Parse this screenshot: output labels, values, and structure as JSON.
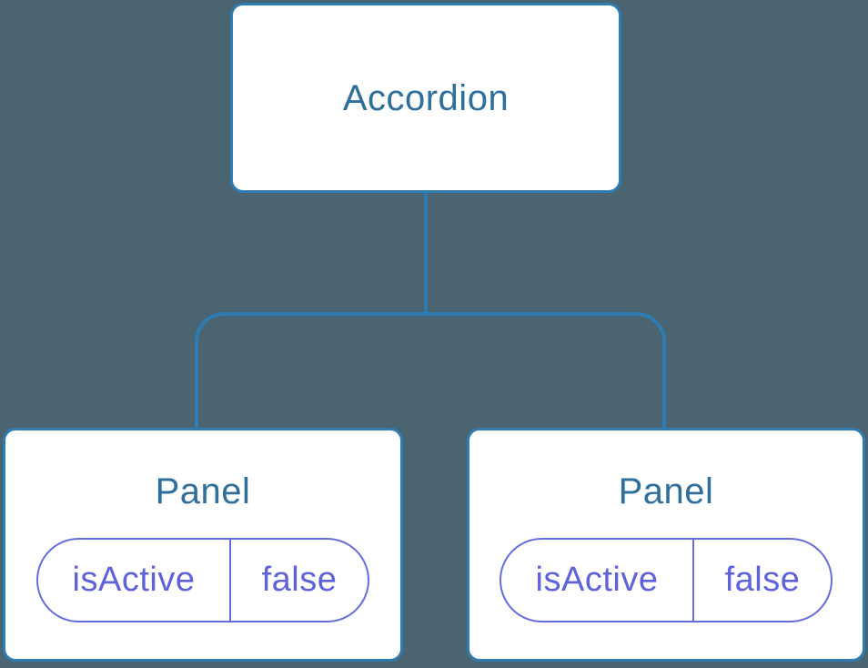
{
  "colors": {
    "background": "#4A6471",
    "connector": "#2E7CB2",
    "node_fill": "#FFFFFF",
    "node_label_text": "#2E6F9C",
    "state_border": "#666CDF",
    "state_text": "#5E63DB"
  },
  "tree": {
    "root": {
      "label": "Accordion"
    },
    "children": [
      {
        "label": "Panel",
        "state": {
          "key": "isActive",
          "value": "false"
        }
      },
      {
        "label": "Panel",
        "state": {
          "key": "isActive",
          "value": "false"
        }
      }
    ]
  }
}
